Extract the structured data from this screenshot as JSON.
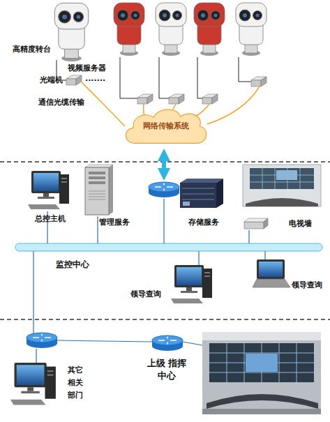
{
  "diagram": {
    "nodes": [
      {
        "text": [
          "高精度转台"
        ]
      },
      {
        "text": [
          "视频服务器",
          "光端机"
        ]
      },
      {
        "text": [
          "网络传输系统"
        ]
      },
      {
        "text": [
          "总控主机"
        ]
      },
      {
        "text": [
          "管理服务"
        ]
      },
      {
        "text": [
          "存储服务"
        ]
      },
      {
        "text": [
          "电视墙"
        ]
      },
      {
        "text": [
          "领导查询"
        ]
      },
      {
        "text": [
          "领导查询"
        ]
      },
      {
        "text": [
          "其它 相关 部门"
        ]
      },
      {
        "text": [
          "上级 指挥中心"
        ]
      }
    ],
    "edges": [
      {
        "from": 0,
        "to": 1,
        "arrow": "none"
      },
      {
        "from": 1,
        "to": 2,
        "arrow": "none"
      }
    ],
    "labels": [
      ".......",
      "通信光缆传输",
      "监控中心"
    ]
  }
}
